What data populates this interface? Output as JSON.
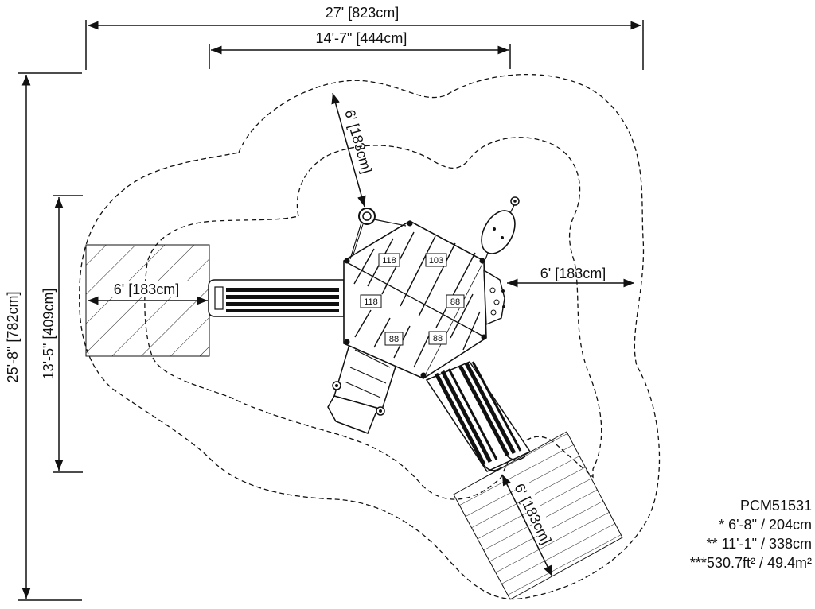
{
  "dimensions": {
    "overall_width": "27' [823cm]",
    "structure_width": "14'-7\" [444cm]",
    "overall_depth": "25'-8\" [782cm]",
    "structure_depth": "13'-5\" [409cm]",
    "clearance_top": "6' [183cm]",
    "clearance_right": "6' [183cm]",
    "clearance_left": "6' [183cm]",
    "clearance_bottom": "6' [183cm]"
  },
  "deck_heights": [
    "118",
    "103",
    "118",
    "88",
    "88",
    "88"
  ],
  "info": {
    "model": "PCM51531",
    "line1": "* 6'-8\" / 204cm",
    "line2": "** 11'-1\" / 338cm",
    "line3": "***530.7ft² / 49.4m²"
  },
  "colors": {
    "ink": "#111111",
    "background": "#ffffff"
  }
}
